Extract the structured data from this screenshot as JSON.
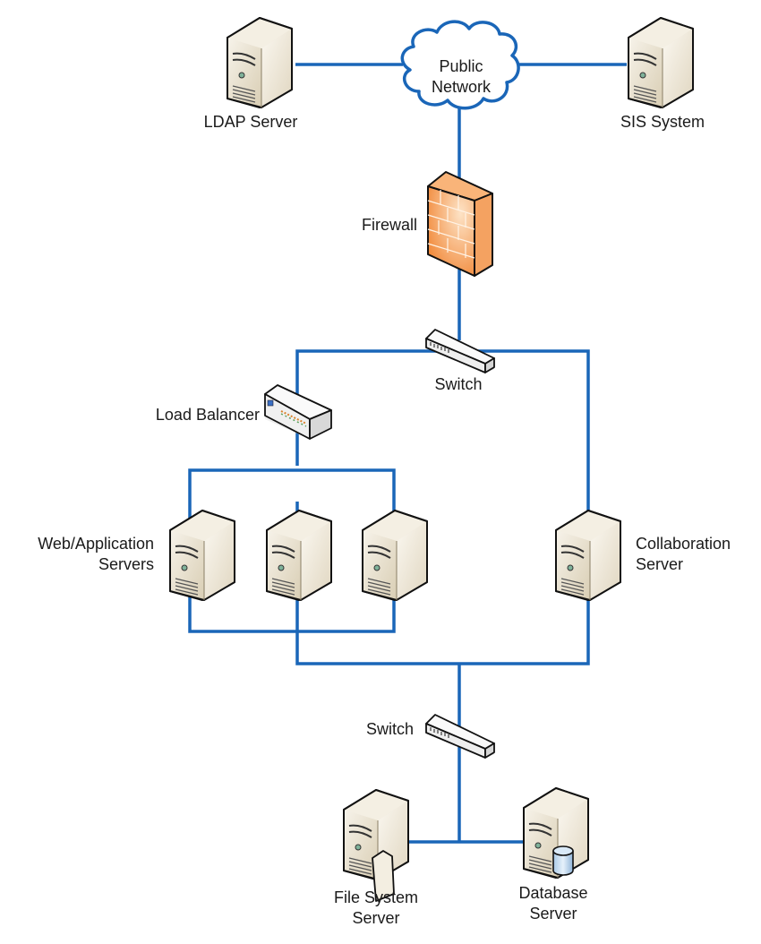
{
  "diagram": {
    "line_color": "#1a66b8",
    "nodes": {
      "ldap": {
        "label": "LDAP Server",
        "icon": "server-icon"
      },
      "public_network": {
        "line1": "Public",
        "line2": "Network",
        "icon": "cloud-icon"
      },
      "sis": {
        "label": "SIS System",
        "icon": "server-icon"
      },
      "firewall": {
        "label": "Firewall",
        "icon": "firewall-icon"
      },
      "switch_top": {
        "label": "Switch",
        "icon": "switch-icon"
      },
      "load_balancer": {
        "label": "Load Balancer",
        "icon": "load-balancer-icon"
      },
      "web_app": {
        "line1": "Web/Application",
        "line2": "Servers",
        "icon": "server-icon",
        "count": 3
      },
      "collab": {
        "line1": "Collaboration",
        "line2": "Server",
        "icon": "server-icon"
      },
      "switch_bottom": {
        "label": "Switch",
        "icon": "switch-icon"
      },
      "file_server": {
        "line1": "File System",
        "line2": "Server",
        "icon": "file-server-icon"
      },
      "db_server": {
        "line1": "Database",
        "line2": "Server",
        "icon": "database-server-icon"
      }
    }
  }
}
